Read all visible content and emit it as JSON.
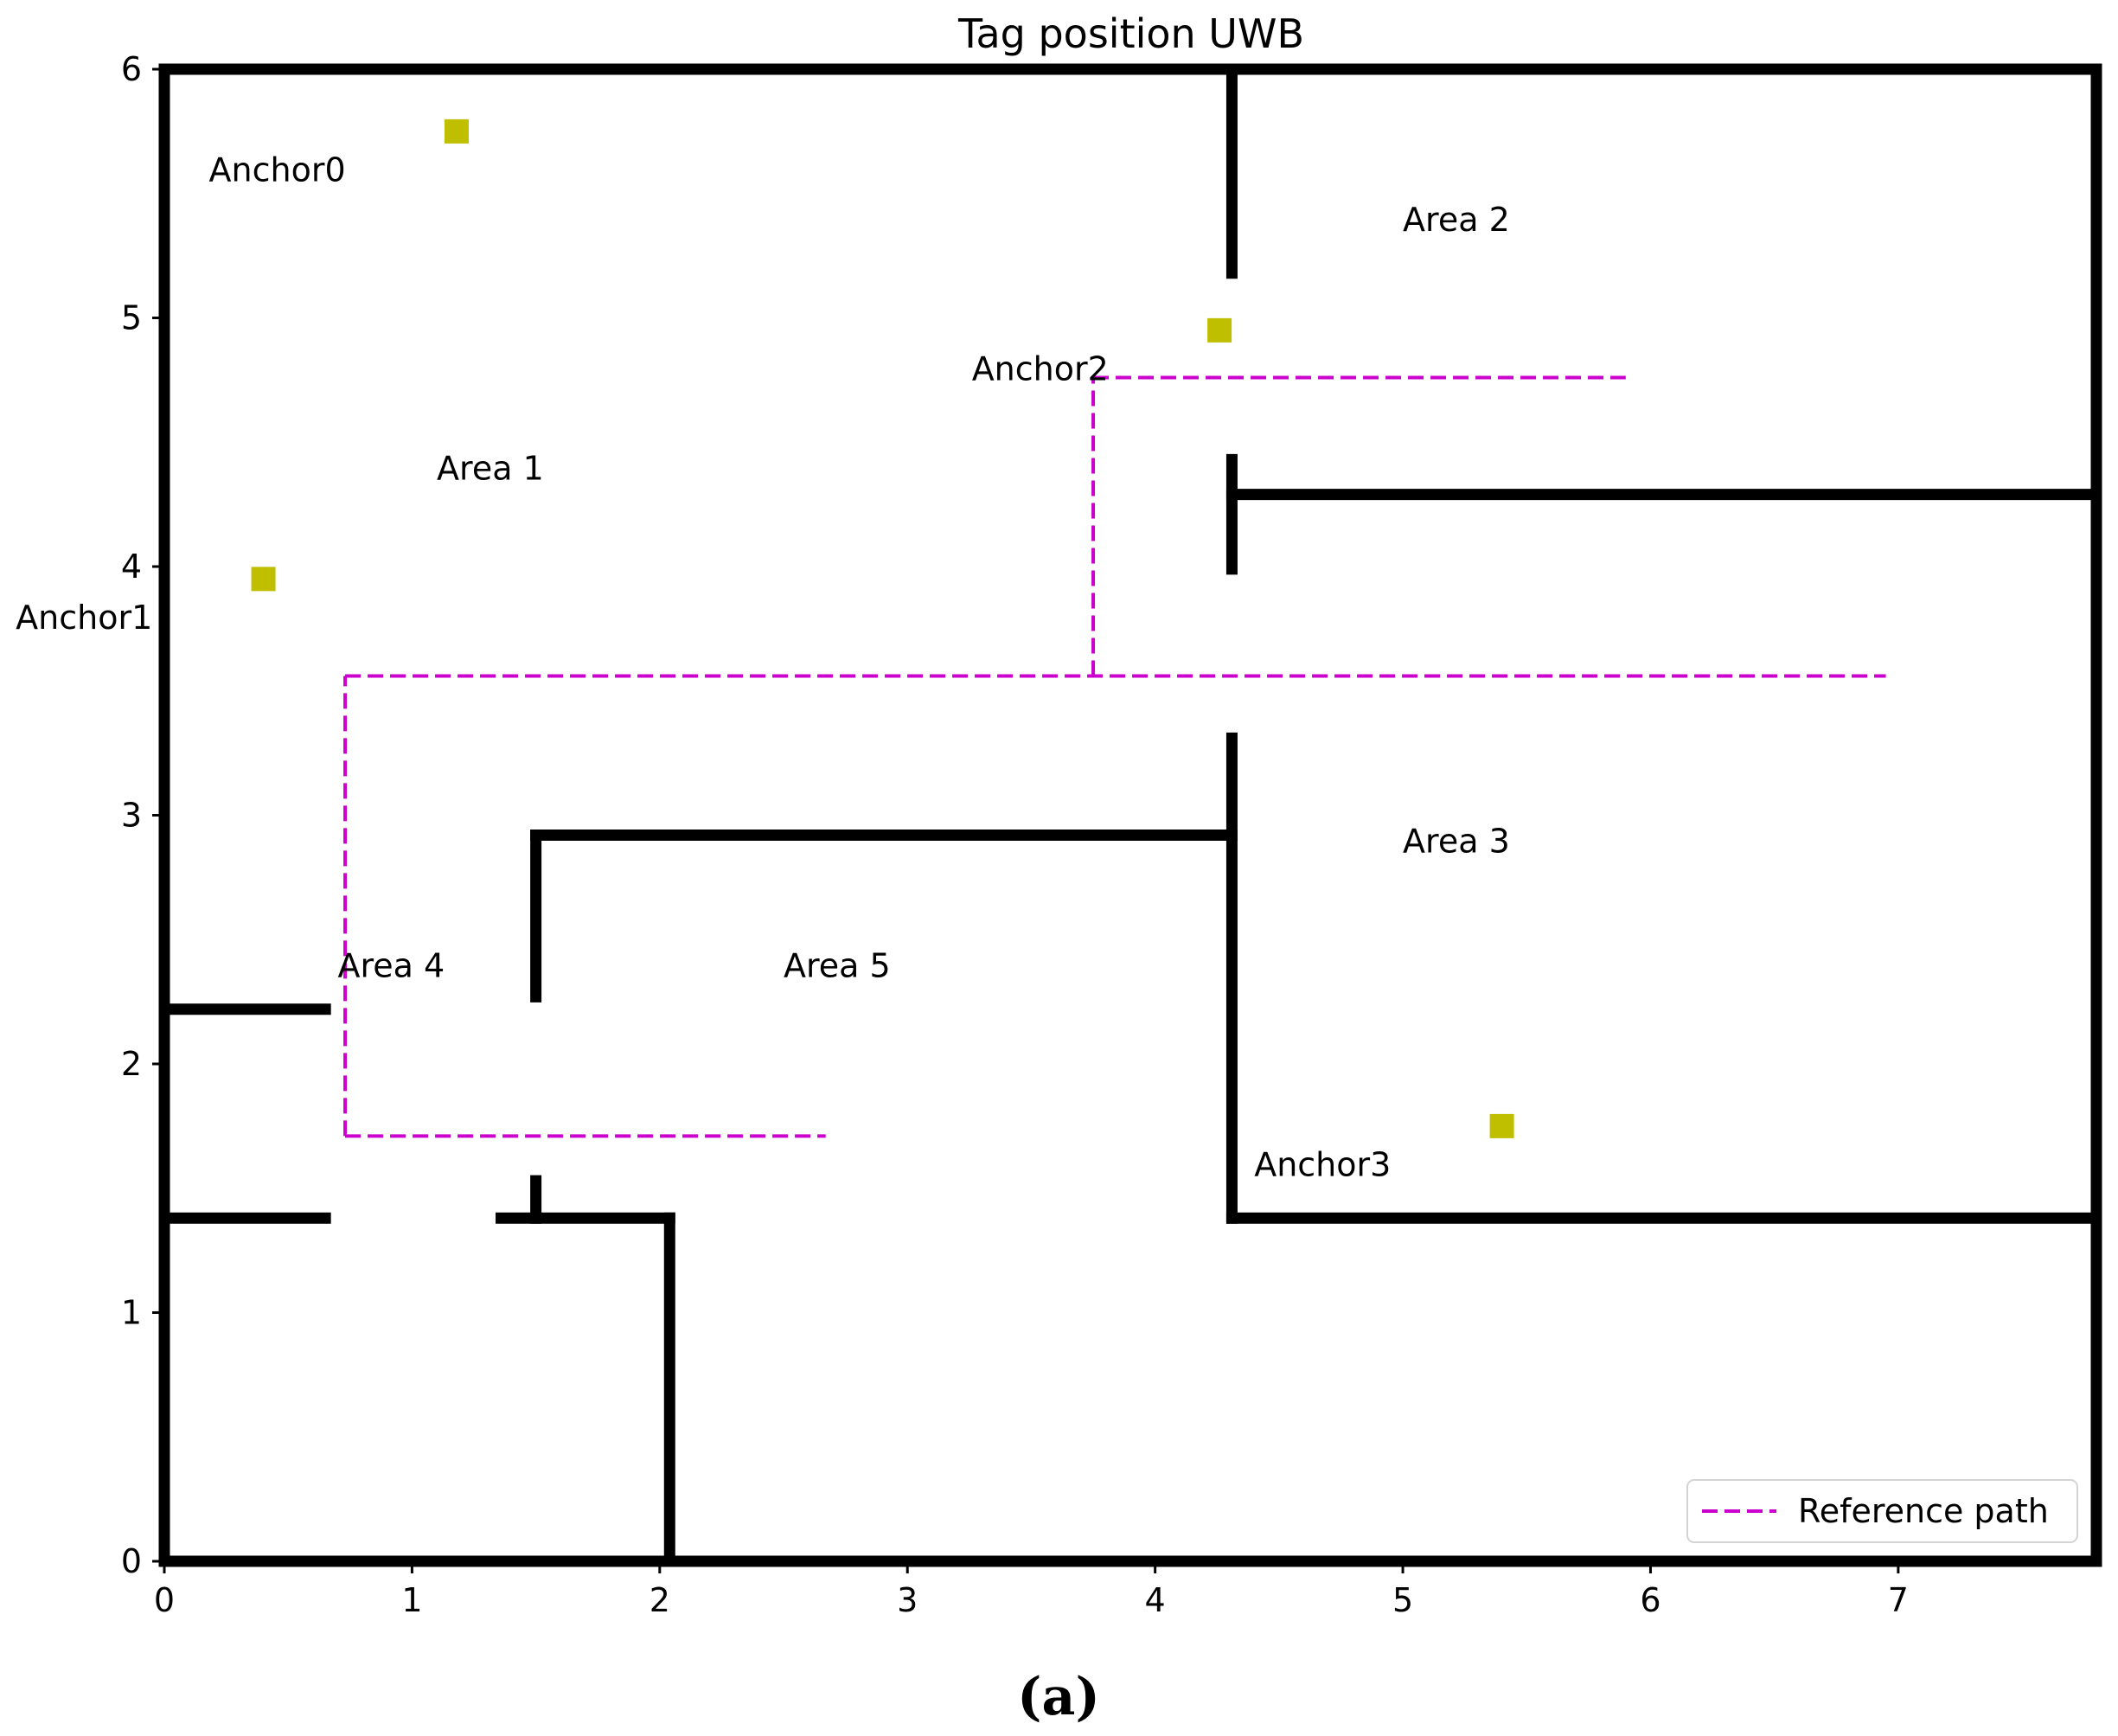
{
  "chart_data": {
    "type": "line",
    "title": "Tag position UWB",
    "xlabel": "",
    "ylabel": "",
    "xlim": [
      0,
      7.8
    ],
    "ylim": [
      0,
      6
    ],
    "x_ticks": [
      "0",
      "1",
      "2",
      "3",
      "4",
      "5",
      "6",
      "7"
    ],
    "y_ticks": [
      "0",
      "1",
      "2",
      "3",
      "4",
      "5",
      "6"
    ],
    "grid": false,
    "legend": {
      "placement": "lower-right",
      "entries": [
        "Reference path"
      ]
    },
    "series": [
      {
        "name": "Reference path",
        "color": "#cc00cc",
        "style": "dashed",
        "segments": [
          [
            [
              0.73,
              1.71
            ],
            [
              2.67,
              1.71
            ]
          ],
          [
            [
              0.73,
              1.71
            ],
            [
              0.73,
              3.56
            ]
          ],
          [
            [
              0.73,
              3.56
            ],
            [
              6.95,
              3.56
            ]
          ],
          [
            [
              3.75,
              3.56
            ],
            [
              3.75,
              4.76
            ]
          ],
          [
            [
              3.75,
              4.76
            ],
            [
              5.9,
              4.76
            ]
          ]
        ]
      }
    ],
    "walls": {
      "color": "#000000",
      "segments": [
        [
          [
            0,
            0
          ],
          [
            0,
            6
          ]
        ],
        [
          [
            0,
            6
          ],
          [
            7.8,
            6
          ]
        ],
        [
          [
            7.8,
            0
          ],
          [
            7.8,
            6
          ]
        ],
        [
          [
            0,
            0
          ],
          [
            7.8,
            0
          ]
        ],
        [
          [
            4.31,
            5.18
          ],
          [
            4.31,
            6
          ]
        ],
        [
          [
            4.31,
            3.99
          ],
          [
            4.31,
            4.43
          ]
        ],
        [
          [
            4.31,
            4.29
          ],
          [
            7.8,
            4.29
          ]
        ],
        [
          [
            4.31,
            1.38
          ],
          [
            4.31,
            3.31
          ]
        ],
        [
          [
            1.5,
            2.92
          ],
          [
            4.31,
            2.92
          ]
        ],
        [
          [
            1.5,
            2.27
          ],
          [
            1.5,
            2.92
          ]
        ],
        [
          [
            0,
            2.22
          ],
          [
            0.65,
            2.22
          ]
        ],
        [
          [
            0,
            1.38
          ],
          [
            0.65,
            1.38
          ]
        ],
        [
          [
            1.36,
            1.38
          ],
          [
            2.04,
            1.38
          ]
        ],
        [
          [
            1.5,
            1.38
          ],
          [
            1.5,
            1.53
          ]
        ],
        [
          [
            2.04,
            0
          ],
          [
            2.04,
            1.38
          ]
        ],
        [
          [
            4.31,
            1.38
          ],
          [
            7.8,
            1.38
          ]
        ]
      ]
    },
    "anchors": {
      "color": "#bfbf00",
      "points": [
        {
          "label": "Anchor0",
          "x": 1.18,
          "y": 5.75,
          "label_x": 0.18,
          "label_y": 5.55
        },
        {
          "label": "Anchor1",
          "x": 0.4,
          "y": 3.95,
          "label_x": -0.6,
          "label_y": 3.75
        },
        {
          "label": "Anchor2",
          "x": 4.26,
          "y": 4.95,
          "label_x": 3.26,
          "label_y": 4.75
        },
        {
          "label": "Anchor3",
          "x": 5.4,
          "y": 1.75,
          "label_x": 4.4,
          "label_y": 1.55
        }
      ]
    },
    "annotations": [
      {
        "text": "Area 1",
        "x": 1.1,
        "y": 4.35
      },
      {
        "text": "Area 2",
        "x": 5.0,
        "y": 5.35
      },
      {
        "text": "Area 3",
        "x": 5.0,
        "y": 2.85
      },
      {
        "text": "Area 4",
        "x": 0.7,
        "y": 2.35
      },
      {
        "text": "Area 5",
        "x": 2.5,
        "y": 2.35
      }
    ]
  },
  "caption": "(a)"
}
